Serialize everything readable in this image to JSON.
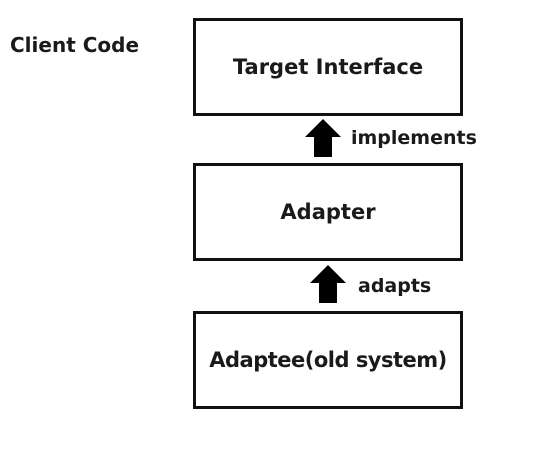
{
  "client": {
    "label": "Client Code"
  },
  "boxes": {
    "target": {
      "label": "Target Interface"
    },
    "adapter": {
      "label": "Adapter"
    },
    "adaptee": {
      "label": "Adaptee(old system)"
    }
  },
  "relations": {
    "implements": {
      "label": "implements"
    },
    "adapts": {
      "label": "adapts"
    }
  },
  "colors": {
    "stroke": "#111111",
    "text": "#1a1a1a",
    "background": "#ffffff"
  },
  "icons": {
    "arrow": "arrow-up-icon"
  }
}
